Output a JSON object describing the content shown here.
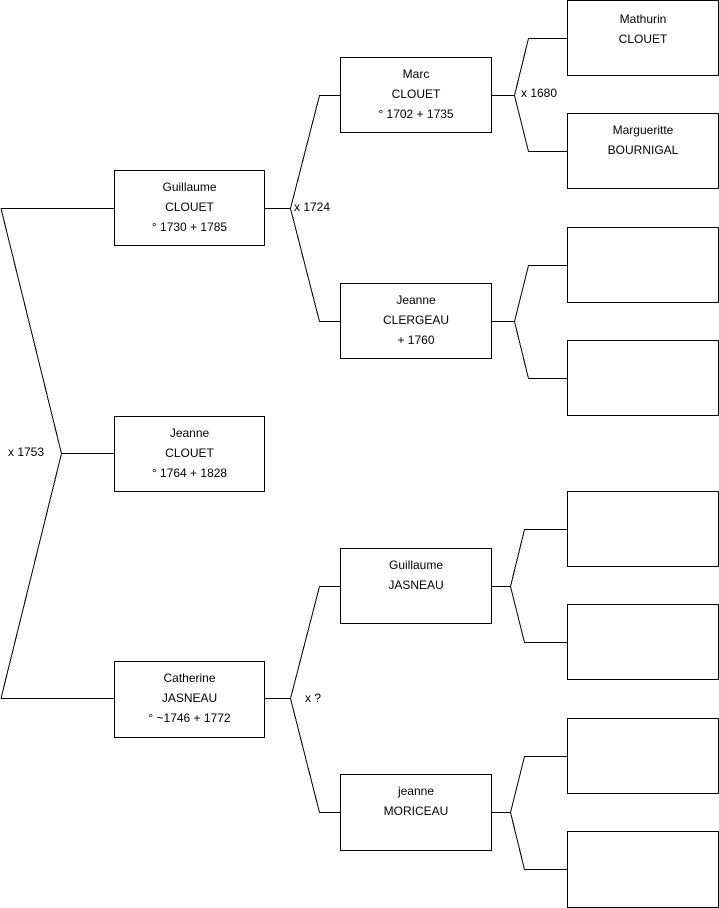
{
  "tree": {
    "root": {
      "first_name": "Jeanne",
      "last_name": "CLOUET",
      "dates": "° 1764 + 1828"
    },
    "father": {
      "first_name": "Guillaume",
      "last_name": "CLOUET",
      "dates": "° 1730 + 1785"
    },
    "mother": {
      "first_name": "Catherine",
      "last_name": "JASNEAU",
      "dates": "° ~1746 + 1772"
    },
    "paternal_grandfather": {
      "first_name": "Marc",
      "last_name": "CLOUET",
      "dates": "° 1702 + 1735"
    },
    "paternal_grandmother": {
      "first_name": "Jeanne",
      "last_name": "CLERGEAU",
      "dates": "+ 1760"
    },
    "maternal_grandfather": {
      "first_name": "Guillaume",
      "last_name": "JASNEAU"
    },
    "maternal_grandmother": {
      "first_name": "jeanne",
      "last_name": "MORICEAU"
    },
    "great_grandfather_marc_side": {
      "first_name": "Mathurin",
      "last_name": "CLOUET"
    },
    "great_grandmother_marc_side": {
      "first_name": "Margueritte",
      "last_name": "BOURNIGAL"
    }
  },
  "marriages": {
    "parents": "x 1753",
    "paternal_grandparents": "x 1724",
    "maternal_grandparents": "x ?",
    "marc_parents": "x 1680"
  }
}
